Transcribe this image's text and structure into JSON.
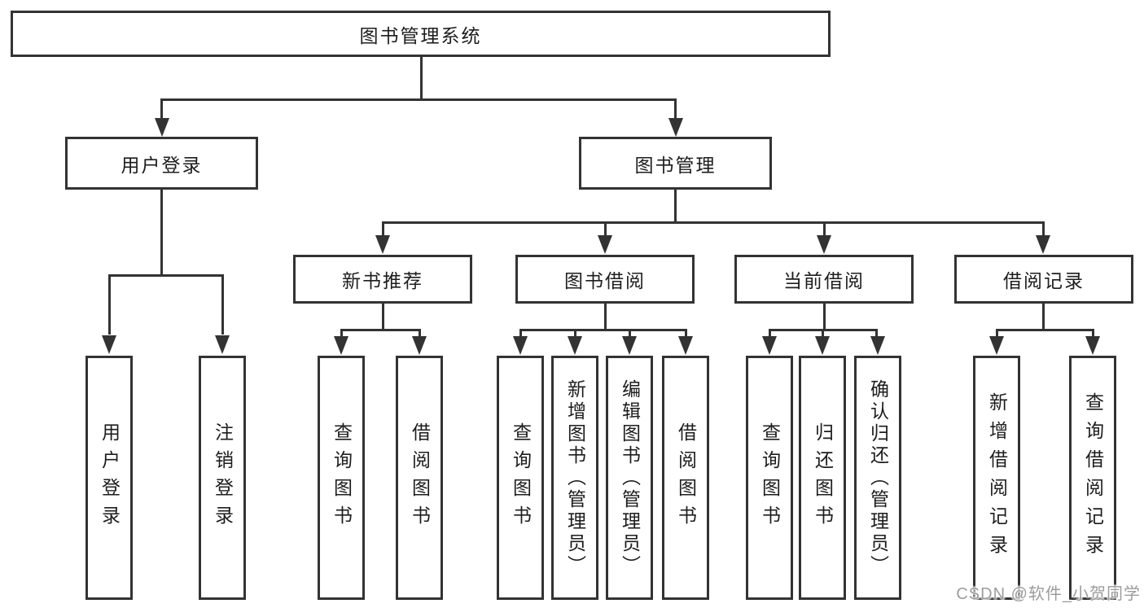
{
  "diagram": {
    "title": "图书管理系统",
    "root": {
      "label": "图书管理系统"
    },
    "branches": [
      {
        "label": "用户登录",
        "children": [
          {
            "label": "用户登录"
          },
          {
            "label": "注销登录"
          }
        ]
      },
      {
        "label": "图书管理",
        "children": [
          {
            "label": "新书推荐",
            "children": [
              {
                "label": "查询图书"
              },
              {
                "label": "借阅图书"
              }
            ]
          },
          {
            "label": "图书借阅",
            "children": [
              {
                "label": "查询图书"
              },
              {
                "label": "新增图书（管理员）"
              },
              {
                "label": "编辑图书（管理员）"
              },
              {
                "label": "借阅图书"
              }
            ]
          },
          {
            "label": "当前借阅",
            "children": [
              {
                "label": "查询图书"
              },
              {
                "label": "归还图书"
              },
              {
                "label": "确认归还（管理员）"
              }
            ]
          },
          {
            "label": "借阅记录",
            "children": [
              {
                "label": "新增借阅记录"
              },
              {
                "label": "查询借阅记录"
              }
            ]
          }
        ]
      }
    ]
  },
  "watermark": {
    "text": "CSDN @软件_小贺同学",
    "color": "#9c9c9c"
  },
  "colors": {
    "line": "#333333",
    "box_border": "#333333",
    "text": "#1d1d1d",
    "background": "#ffffff"
  }
}
